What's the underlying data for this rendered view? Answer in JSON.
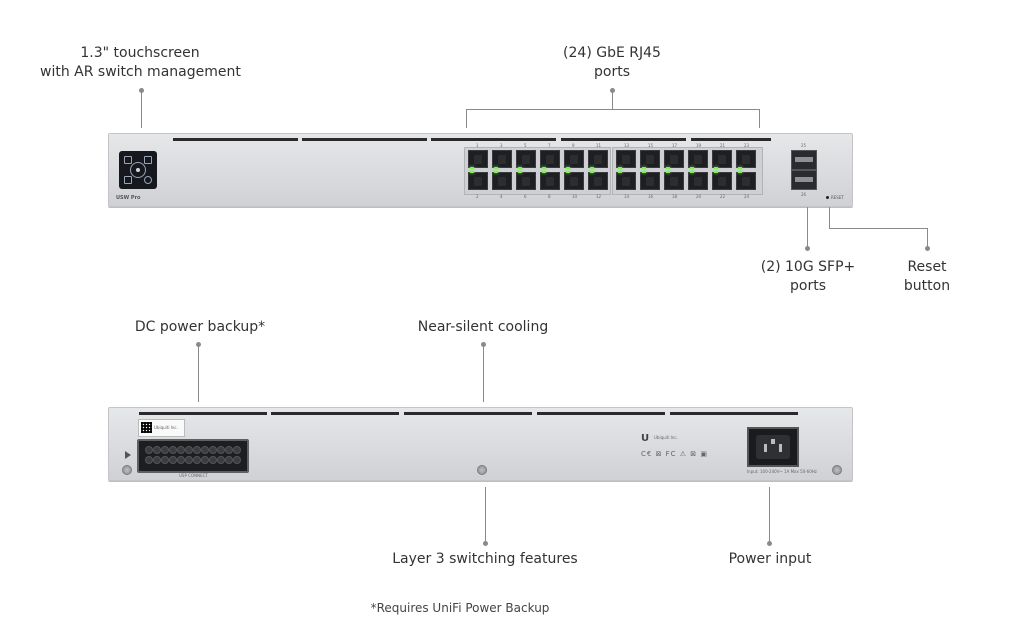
{
  "callouts": {
    "touchscreen": "1.3\" touchscreen\nwith AR switch management",
    "touchscreen_line1": "1.3\" touchscreen",
    "touchscreen_line2": "with AR switch management",
    "rj45_line1": "(24) GbE RJ45",
    "rj45_line2": "ports",
    "sfp_line1": "(2) 10G SFP+",
    "sfp_line2": "ports",
    "reset_line1": "Reset",
    "reset_line2": "button",
    "dc_power": "DC power backup*",
    "cooling": "Near-silent cooling",
    "layer3": "Layer 3 switching features",
    "power_input": "Power input",
    "footnote": "*Requires UniFi Power Backup"
  },
  "device": {
    "front_model": "USW Pro",
    "reset_label": "RESET",
    "top_port_numbers": [
      "1",
      "3",
      "5",
      "7",
      "9",
      "11",
      "13",
      "15",
      "17",
      "19",
      "21",
      "23"
    ],
    "bottom_port_numbers": [
      "2",
      "4",
      "6",
      "8",
      "10",
      "12",
      "14",
      "16",
      "18",
      "20",
      "22",
      "24"
    ],
    "sfp_numbers": [
      "25",
      "26"
    ],
    "rear_label": "Ubiquiti Inc.",
    "dc_label": "USP CONNECT",
    "power_rating": "Input: 100-240V~ 1A Max 50-60Hz",
    "cert_marks": "C€ ⊠ FC ⚠ ⊠ ▣"
  },
  "colors": {
    "led": "#7cf15a",
    "chassis": "#d9dadd",
    "callout_line": "#8a8a8a"
  }
}
